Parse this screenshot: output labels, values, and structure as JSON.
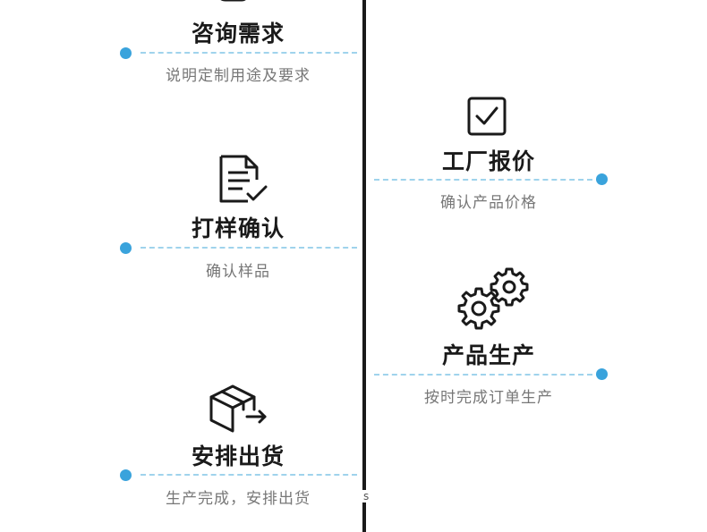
{
  "steps": [
    {
      "title": "咨询需求",
      "desc": "说明定制用途及要求",
      "icon": "chat-bubble-icon"
    },
    {
      "title": "工厂报价",
      "desc": "确认产品价格",
      "icon": "checkbox-icon"
    },
    {
      "title": "打样确认",
      "desc": "确认样品",
      "icon": "document-check-icon"
    },
    {
      "title": "产品生产",
      "desc": "按时完成订单生产",
      "icon": "gears-icon"
    },
    {
      "title": "安排出货",
      "desc": "生产完成，安排出货",
      "icon": "box-arrow-icon"
    }
  ],
  "colors": {
    "accent": "#3aa3dc",
    "dash": "#9fd3ec",
    "title": "#1a1a1a",
    "desc": "#777777"
  },
  "tail_glyph": "s"
}
